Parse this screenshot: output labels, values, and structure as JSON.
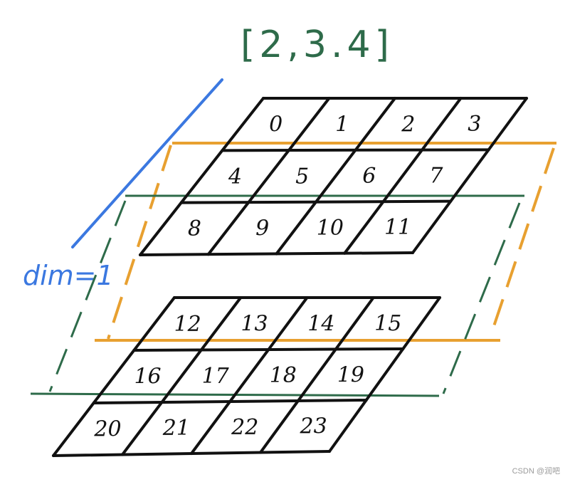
{
  "title": "[2,3.4]",
  "dim_label": "dim=1",
  "watermark": "CSDN @润吧",
  "colors": {
    "grid": "#111111",
    "blue": "#3b78e0",
    "orange": "#e8a030",
    "green": "#2e6b4a"
  },
  "tensor_shape": [
    2,
    3,
    4
  ],
  "blocks": [
    {
      "rows": [
        [
          "0",
          "1",
          "2",
          "3"
        ],
        [
          "4",
          "5",
          "6",
          "7"
        ],
        [
          "8",
          "9",
          "10",
          "11"
        ]
      ]
    },
    {
      "rows": [
        [
          "12",
          "13",
          "14",
          "15"
        ],
        [
          "16",
          "17",
          "18",
          "19"
        ],
        [
          "20",
          "21",
          "22",
          "23"
        ]
      ]
    }
  ]
}
